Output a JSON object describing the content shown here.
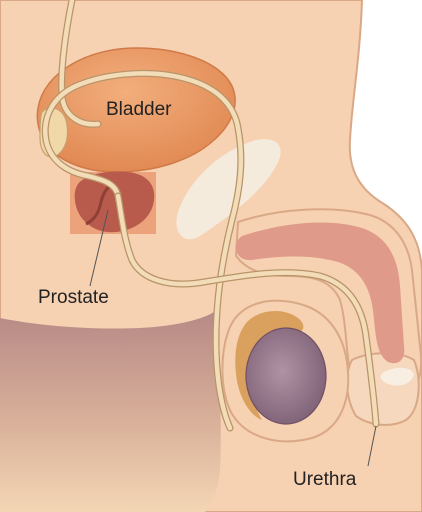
{
  "labels": {
    "bladder": "Bladder",
    "prostate": "Prostate",
    "urethra": "Urethra"
  },
  "colors": {
    "skin": "#f6d1b2",
    "skin_edge": "#d9a987",
    "thigh": "#c89b8f",
    "bladder": "#ec9a66",
    "bladder_edge": "#d07a48",
    "prostate": "#b85a4c",
    "prostate_highlight": "#e8936a",
    "penis_shaft": "#e09a8a",
    "testis": "#9b7b8f",
    "epididymis": "#d9a05e",
    "duct": "#f3dcb8",
    "duct_edge": "#b89468",
    "bone": "#f4ede0"
  }
}
